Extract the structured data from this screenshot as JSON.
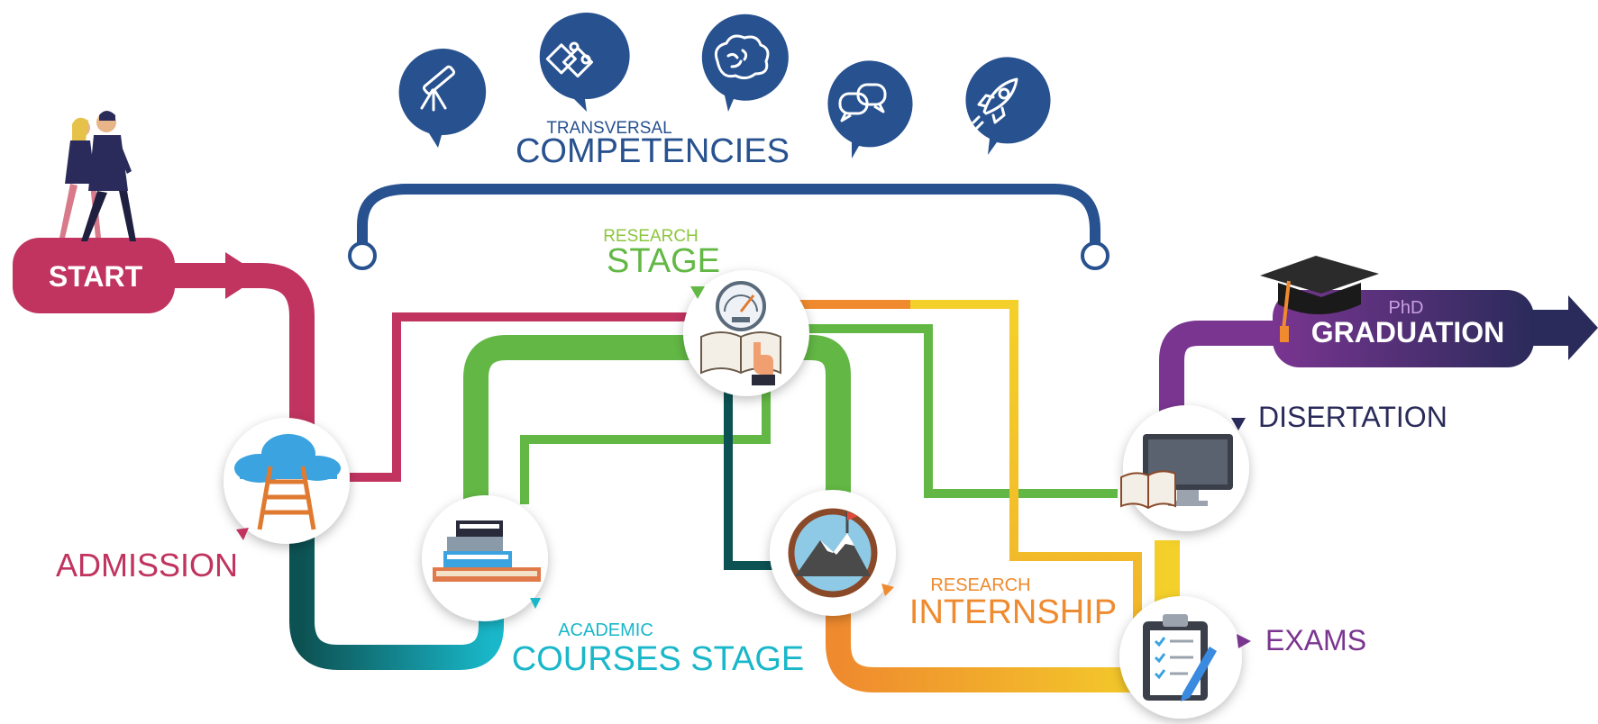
{
  "start": {
    "label": "START"
  },
  "graduation": {
    "small": "PhD",
    "label": "GRADUATION"
  },
  "competencies": {
    "small": "TRANSVERSAL",
    "label": "COMPETENCIES",
    "icons": [
      "telescope-icon",
      "puzzle-icon",
      "brain-icon",
      "chat-bubbles-icon",
      "rocket-icon"
    ]
  },
  "stages": {
    "admission": {
      "label": "ADMISSION"
    },
    "academic": {
      "small": "ACADEMIC",
      "label": "COURSES STAGE"
    },
    "research_stage": {
      "small": "RESEARCH",
      "label": "STAGE"
    },
    "internship": {
      "small": "RESEARCH",
      "label": "INTERNSHIP"
    },
    "dissertation": {
      "label": "DISERTATION"
    },
    "exams": {
      "label": "EXAMS"
    }
  },
  "colors": {
    "navy": "#27518f",
    "crimson": "#c0345f",
    "teal_dark": "#0d5253",
    "cyan": "#19b7c9",
    "green": "#63b845",
    "orange": "#ef8a2e",
    "yellow": "#f4d02a",
    "purple": "#7a3591",
    "dark_navy": "#2a2b5a"
  }
}
